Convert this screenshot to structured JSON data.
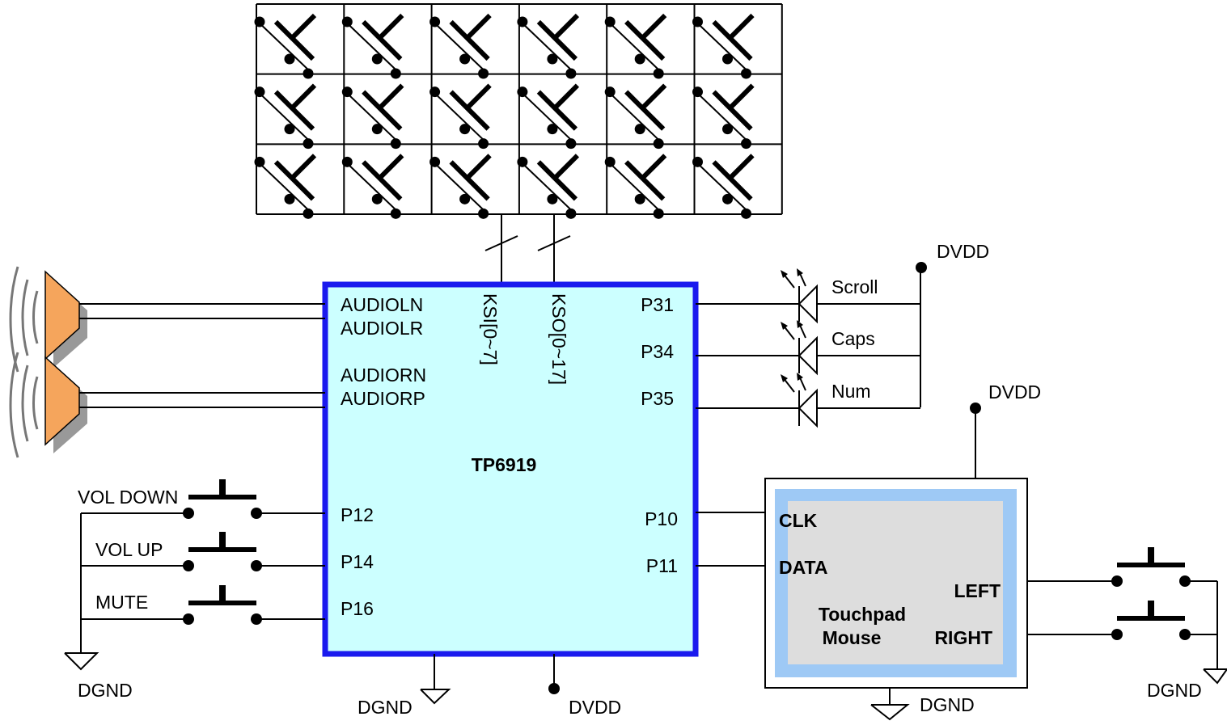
{
  "colors": {
    "chip_fill": "#ccffff",
    "chip_border": "#1a1aee",
    "touchpad_outer": "#9ec9f5",
    "touchpad_inner": "#dddddd",
    "speaker_fill": "#f5a55c",
    "speaker_shadow": "#999999"
  },
  "chip": {
    "name": "TP6919",
    "left_pins": [
      "AUDIOLN",
      "AUDIOLR",
      "AUDIORN",
      "AUDIORP",
      "P12",
      "P14",
      "P16"
    ],
    "right_pins": [
      "P31",
      "P34",
      "P35",
      "P10",
      "P11"
    ],
    "bus_labels": [
      "KSI[0~7]",
      "KSO[0~17]"
    ],
    "bottom": {
      "gnd": "DGND",
      "vdd": "DVDD"
    }
  },
  "keyboard_matrix": {
    "rows": 3,
    "cols": 6
  },
  "leds": {
    "supply": "DVDD",
    "labels": [
      "Scroll",
      "Caps",
      "Num"
    ]
  },
  "volume_buttons": {
    "labels": [
      "VOL DOWN",
      "VOL UP",
      "MUTE"
    ],
    "gnd": "DGND"
  },
  "touchpad": {
    "supply": "DVDD",
    "gnd": "DGND",
    "clk": "CLK",
    "data": "DATA",
    "left": "LEFT",
    "right": "RIGHT",
    "title_line1": "Touchpad",
    "title_line2": "Mouse"
  },
  "mouse_buttons": {
    "gnd": "DGND"
  }
}
